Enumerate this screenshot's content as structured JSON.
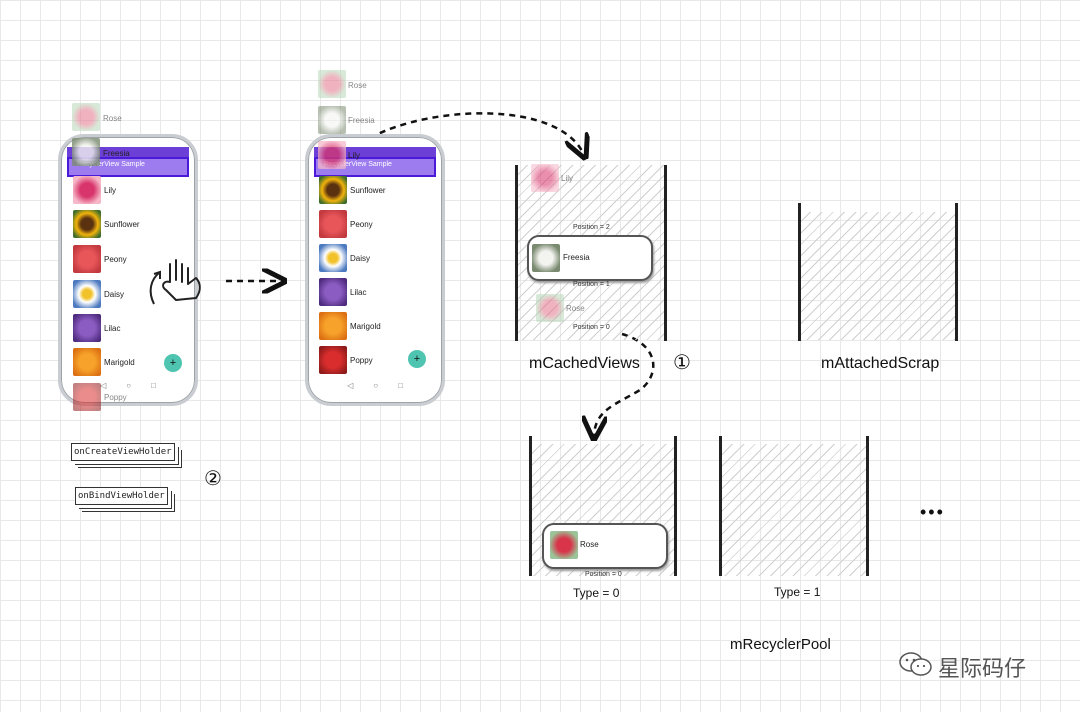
{
  "app_title": "RecyclerView Sample",
  "flowers": {
    "rose": "Rose",
    "freesia": "Freesia",
    "lily": "Lily",
    "sunflower": "Sunflower",
    "peony": "Peony",
    "daisy": "Daisy",
    "lilac": "Lilac",
    "marigold": "Marigold",
    "poppy": "Poppy"
  },
  "fab_symbol": "+",
  "nav": {
    "back": "◁",
    "home": "○",
    "recent": "□"
  },
  "cached": {
    "label": "mCachedViews",
    "pos2": "Position = 2",
    "pos1": "Position = 1",
    "pos0": "Position = 0"
  },
  "attached": {
    "label": "mAttachedScrap"
  },
  "pool": {
    "label": "mRecyclerPool",
    "type0": "Type = 0",
    "type1": "Type = 1",
    "pos0": "Position = 0",
    "more": "•••"
  },
  "methods": {
    "create": "onCreateViewHolder",
    "bind": "onBindViewHolder"
  },
  "steps": {
    "one": "①",
    "two": "②"
  },
  "watermark": "星际码仔",
  "colors": {
    "appbar": "#9d7cf0",
    "statusbar": "#6c3fd6",
    "fab": "#4fc4b0"
  }
}
